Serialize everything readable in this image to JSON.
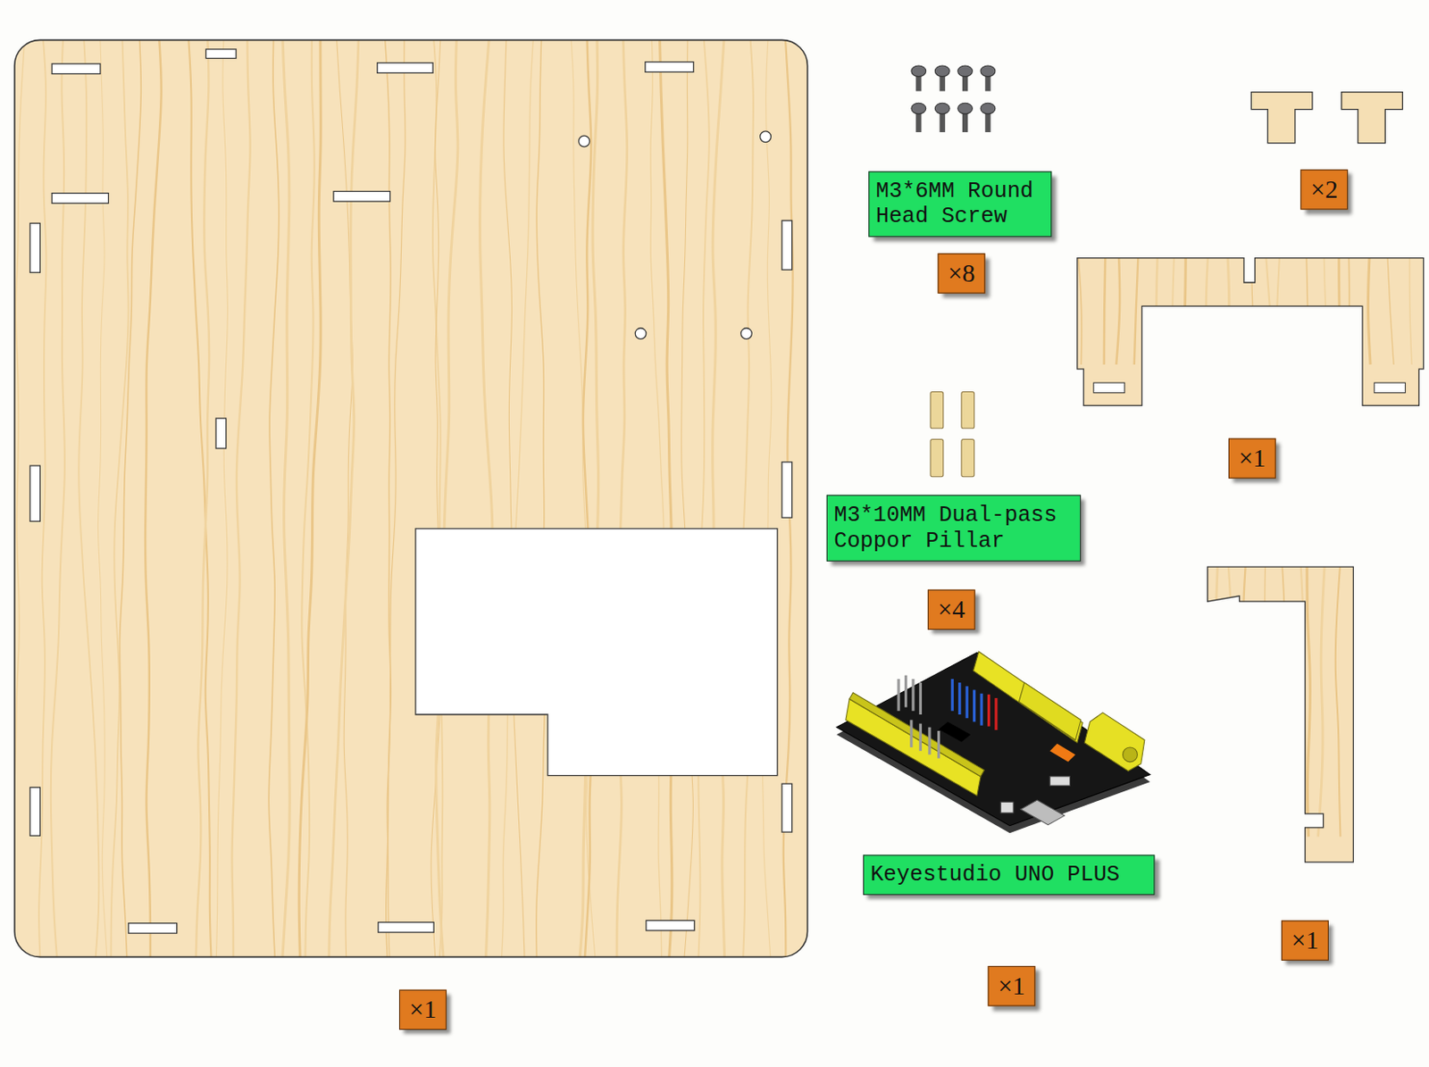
{
  "diagram": {
    "nodes": [
      {
        "text": [
          "M3*6MM Round Head Screw"
        ]
      },
      {
        "text": [
          "×2"
        ]
      },
      {
        "text": [
          "×8"
        ]
      },
      {
        "text": [
          "×1"
        ]
      },
      {
        "text": [
          "M3*10MM Dual-pass Coppor Pillar"
        ]
      },
      {
        "text": [
          "×4"
        ]
      },
      {
        "text": [
          "Keyestudio UNO PLUS"
        ]
      },
      {
        "text": [
          "×1"
        ]
      },
      {
        "text": [
          "×1"
        ]
      },
      {
        "text": [
          "×1"
        ]
      }
    ],
    "edges": []
  }
}
